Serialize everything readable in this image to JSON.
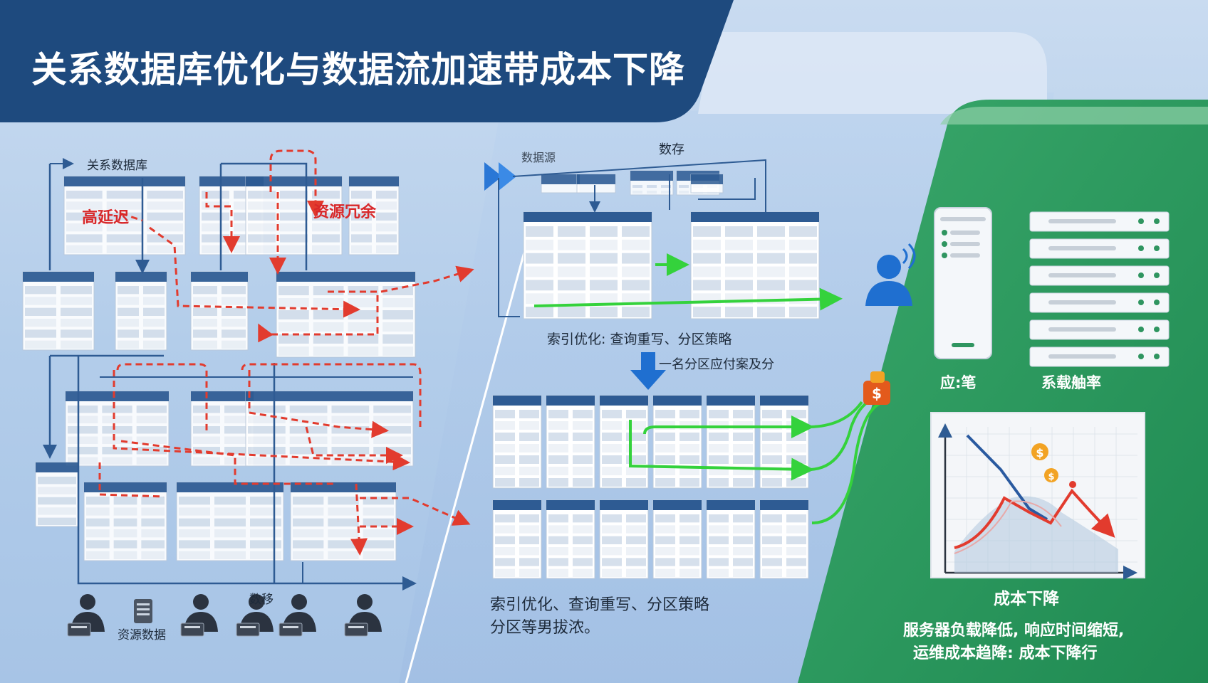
{
  "title": "关系数据库优化与数据流加速带成本下降",
  "left_panel": {
    "db_label": "关系数据库",
    "latency_label": "高延迟",
    "redundancy_label": "资源冗余",
    "bottom_icons": [
      {
        "name": "user-icon"
      },
      {
        "name": "server-doc-icon",
        "label": "资源数据"
      },
      {
        "name": "user-icon"
      },
      {
        "name": "user-icon",
        "label": "数移"
      },
      {
        "name": "user-icon"
      },
      {
        "name": "user-icon"
      }
    ]
  },
  "middle_panel": {
    "source_label": "数据源",
    "cache_label": "数存",
    "index_caption": "索引优化:  查询重写、分区策略",
    "partition_caption": "一名分区应付案及分",
    "bottom_caption_line1": "索引优化、查询重写、分区策略",
    "bottom_caption_line2": "分区等男拔浓。"
  },
  "right_panel": {
    "server_label": "应:笔",
    "rack_label": "系载舳率",
    "chart_title": "成本下降",
    "desc_line1": "服务器负载降低, 响应时间缩短,",
    "desc_line2": "运维成本趋降: 成本下降行"
  },
  "colors": {
    "title_band": "#1e4a7e",
    "green_panel": "#2f9560",
    "red_path": "#e23b2e",
    "green_path": "#34d23c",
    "db_blue": "#2e5b93"
  }
}
